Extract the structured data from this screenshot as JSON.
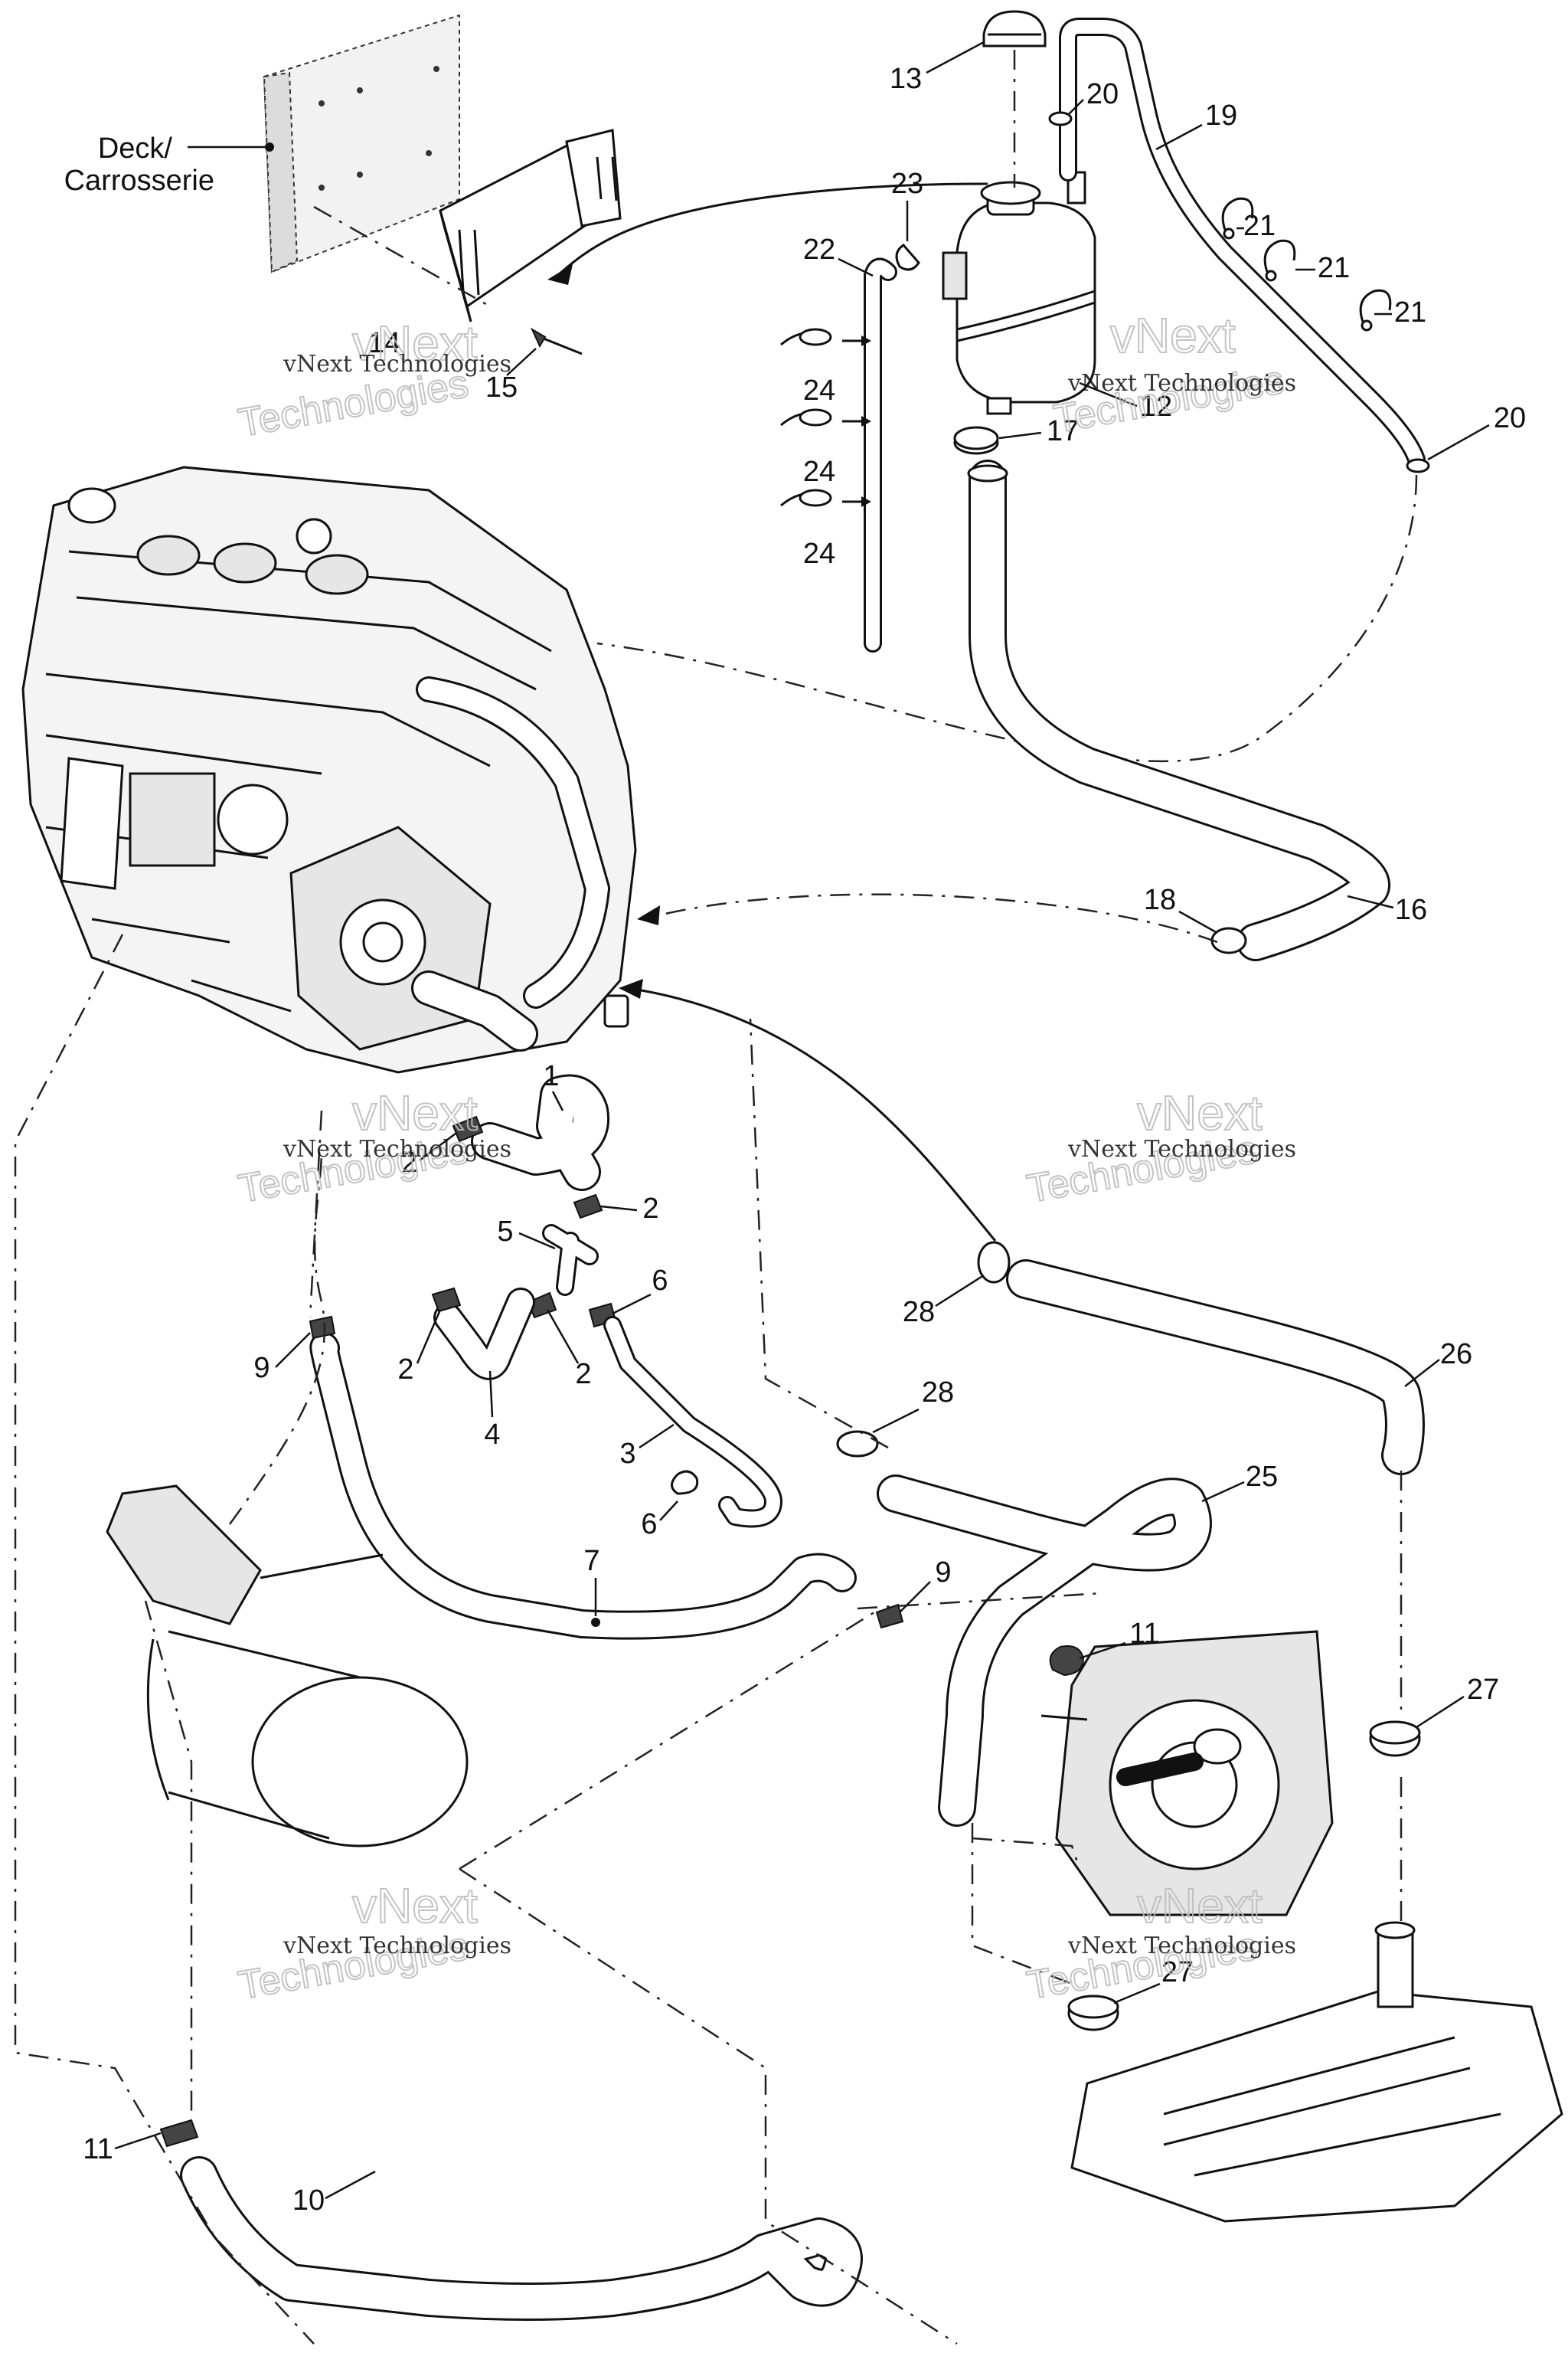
{
  "deck_label": {
    "line1": "Deck/",
    "line2": "Carrosserie"
  },
  "watermark": {
    "small": "vNext Technologies",
    "big_top": "vNext",
    "big_bottom": "Technologies"
  },
  "callouts": {
    "c1": "1",
    "c2a": "2",
    "c2b": "2",
    "c2c": "2",
    "c2d": "2",
    "c3": "3",
    "c4": "4",
    "c5": "5",
    "c6a": "6",
    "c6b": "6",
    "c7": "7",
    "c9a": "9",
    "c9b": "9",
    "c10": "10",
    "c11a": "11",
    "c11b": "11",
    "c12": "12",
    "c13": "13",
    "c14": "14",
    "c15": "15",
    "c16": "16",
    "c17": "17",
    "c18": "18",
    "c19": "19",
    "c20a": "20",
    "c20b": "20",
    "c21a": "21",
    "c21b": "21",
    "c21c": "21",
    "c22": "22",
    "c23": "23",
    "c24a": "24",
    "c24b": "24",
    "c24c": "24",
    "c25": "25",
    "c26": "26",
    "c27a": "27",
    "c27b": "27",
    "c28a": "28",
    "c28b": "28"
  }
}
